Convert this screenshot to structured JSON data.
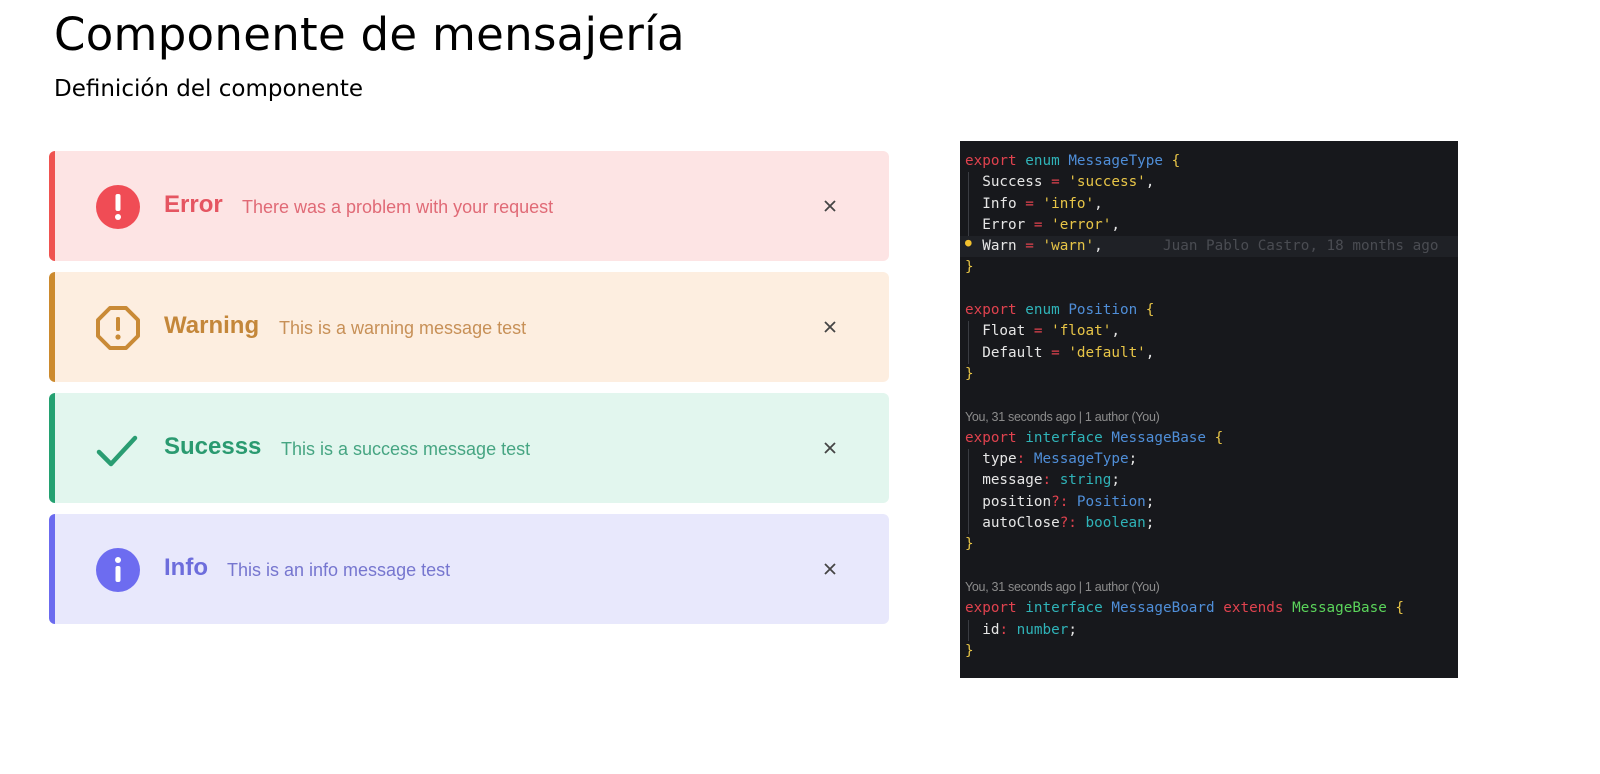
{
  "header": {
    "title": "Componente de mensajería",
    "subtitle": "Definición del componente"
  },
  "alerts": [
    {
      "type": "error",
      "icon": "alert-circle-icon",
      "label": "Error",
      "message": "There was a problem with your request",
      "close": "✕",
      "bg": "#fde4e4",
      "accent": "#ef5350",
      "text": "#e05c6a"
    },
    {
      "type": "warning",
      "icon": "alert-octagon-icon",
      "label": "Warning",
      "message": "This is a warning message test",
      "close": "✕",
      "bg": "#fdeee0",
      "accent": "#cc8a2e",
      "text": "#c58a3a"
    },
    {
      "type": "success",
      "icon": "check-icon",
      "label": "Sucesss",
      "message": "This is a success message test",
      "close": "✕",
      "bg": "#e2f6ee",
      "accent": "#24a171",
      "text": "#2f9f73"
    },
    {
      "type": "info",
      "icon": "info-circle-icon",
      "label": "Info",
      "message": "This is an info message test",
      "close": "✕",
      "bg": "#e8e8fc",
      "accent": "#6b6bef",
      "text": "#6e6ede"
    }
  ],
  "code": {
    "kw_export": "export",
    "kw_enum": "enum",
    "kw_interface": "interface",
    "kw_extends": "extends",
    "message_type": {
      "name": "MessageType",
      "members": [
        {
          "key": "Success",
          "value": "'success'"
        },
        {
          "key": "Info",
          "value": "'info'"
        },
        {
          "key": "Error",
          "value": "'error'"
        },
        {
          "key": "Warn",
          "value": "'warn'"
        }
      ],
      "blame": "Juan Pablo Castro, 18 months ago"
    },
    "position": {
      "name": "Position",
      "members": [
        {
          "key": "Float",
          "value": "'float'"
        },
        {
          "key": "Default",
          "value": "'default'"
        }
      ]
    },
    "codelens": "You, 31 seconds ago | 1 author (You)",
    "message_base": {
      "name": "MessageBase",
      "fields": [
        {
          "key": "type",
          "optional": "",
          "type": "MessageType"
        },
        {
          "key": "message",
          "optional": "",
          "type": "string"
        },
        {
          "key": "position",
          "optional": "?",
          "type": "Position"
        },
        {
          "key": "autoClose",
          "optional": "?",
          "type": "boolean"
        }
      ]
    },
    "message_board": {
      "name": "MessageBoard",
      "extends": "MessageBase",
      "fields": [
        {
          "key": "id",
          "type": "number"
        }
      ]
    }
  }
}
